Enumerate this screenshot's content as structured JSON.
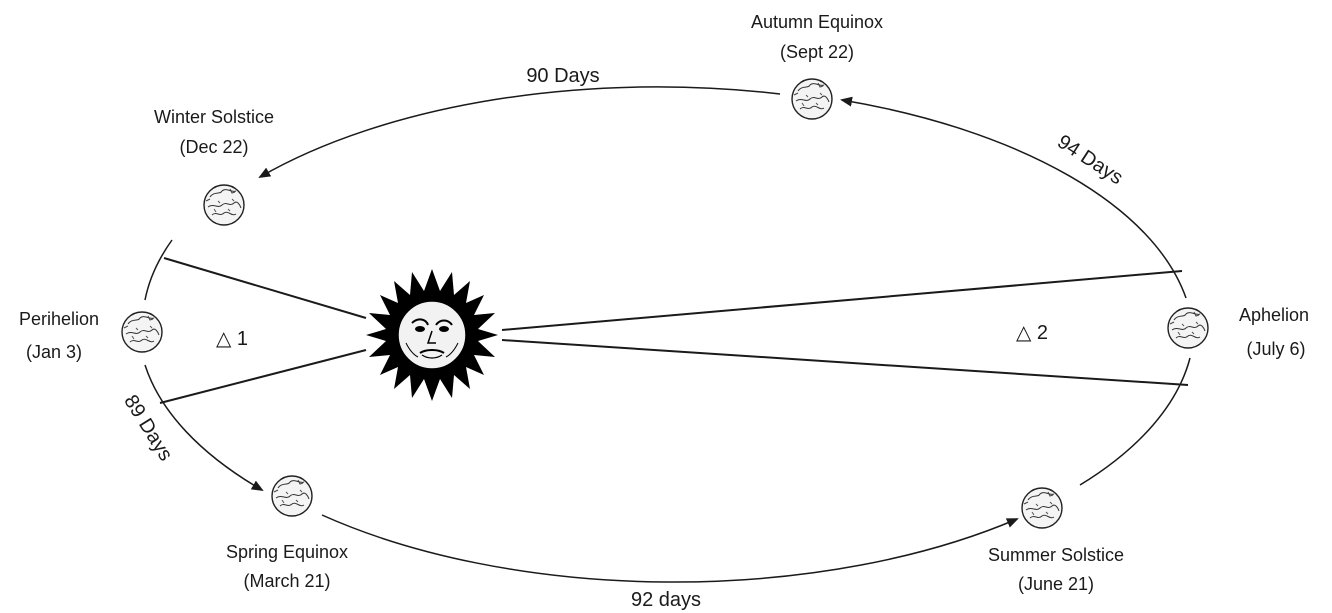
{
  "labels": {
    "autumn_name": "Autumn Equinox",
    "autumn_date": "(Sept 22)",
    "winter_name": "Winter Solstice",
    "winter_date": "(Dec 22)",
    "perihelion_name": "Perihelion",
    "perihelion_date": "(Jan 3)",
    "aphelion_name": "Aphelion",
    "aphelion_date": "(July 6)",
    "spring_name": "Spring Equinox",
    "spring_date": "(March 21)",
    "summer_name": "Summer Solstice",
    "summer_date": "(June 21)"
  },
  "durations": {
    "autumn_to_winter": "90 Days",
    "aphelion_to_autumn": "94 Days",
    "perihelion_to_spring": "89 Days",
    "spring_to_summer": "92 days"
  },
  "areas": {
    "near": "△ 1",
    "far": "△ 2"
  },
  "icons": {
    "sun": "sun-icon",
    "earth": "earth-icon"
  },
  "colors": {
    "line": "#1a1a1a",
    "background": "#ffffff"
  }
}
